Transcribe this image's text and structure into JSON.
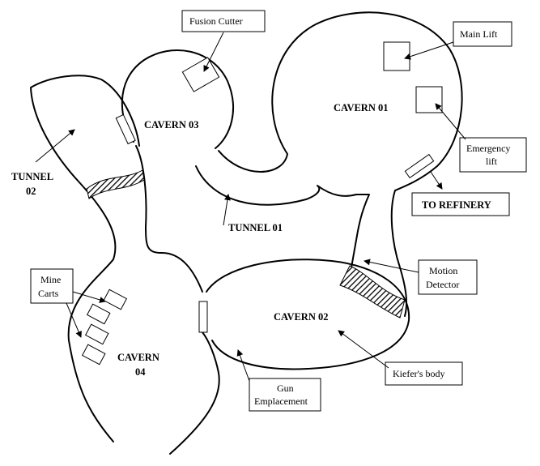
{
  "regions": {
    "cavern_01": "CAVERN 01",
    "cavern_02": "CAVERN 02",
    "cavern_03": "CAVERN 03",
    "cavern_04_line1": "CAVERN",
    "cavern_04_line2": "04",
    "tunnel_01": "TUNNEL 01",
    "tunnel_02_line1": "TUNNEL",
    "tunnel_02_line2": "02"
  },
  "callouts": {
    "fusion_cutter": "Fusion Cutter",
    "main_lift": "Main Lift",
    "emergency_lift_line1": "Emergency",
    "emergency_lift_line2": "lift",
    "to_refinery": "TO REFINERY",
    "motion_detector_line1": "Motion",
    "motion_detector_line2": "Detector",
    "mine_carts_line1": "Mine",
    "mine_carts_line2": "Carts",
    "gun_emplacement_line1": "Gun",
    "gun_emplacement_line2": "Emplacement",
    "kiefers_body": "Kiefer's body"
  }
}
